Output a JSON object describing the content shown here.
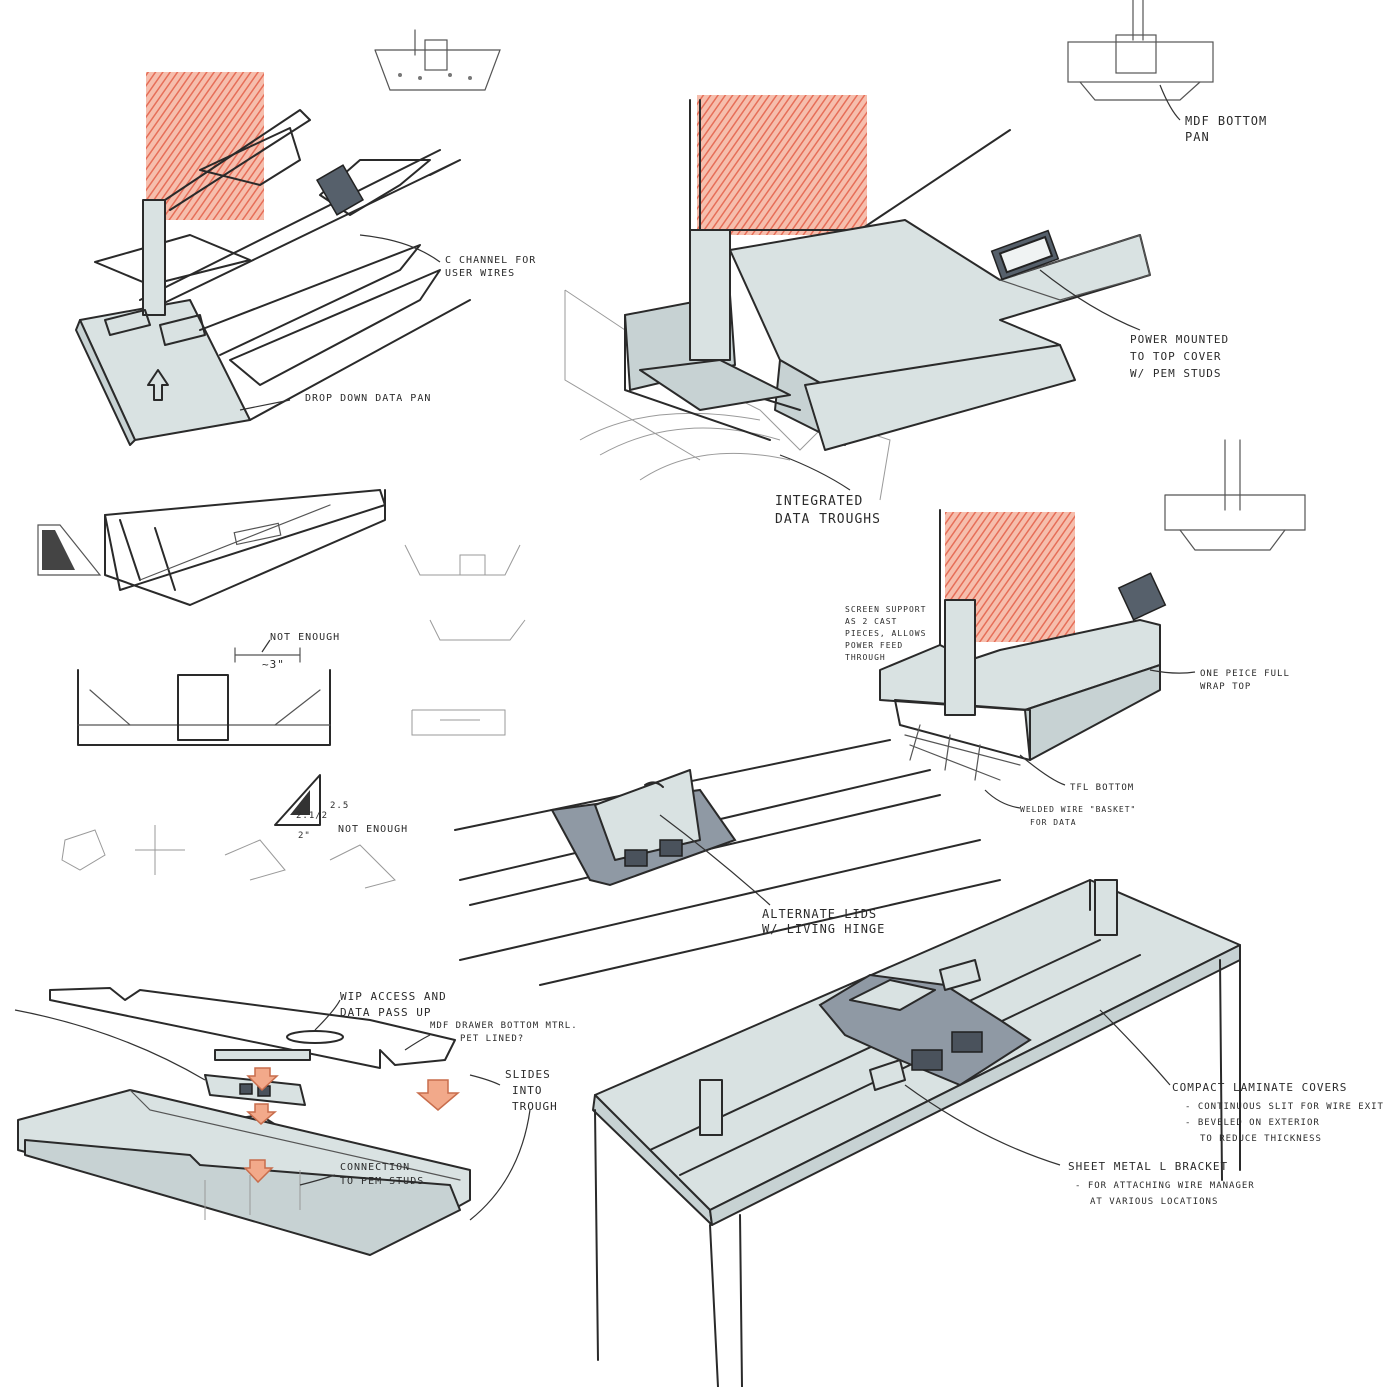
{
  "colors": {
    "ink": "#2a2a2a",
    "screen_red": "#e2553a",
    "metal_marker": "#d9e2e2",
    "cutout_shadow": "#56606b",
    "arrow_peach": "#f2a98a"
  },
  "annotations": {
    "c_channel": [
      "C CHANNEL FOR",
      "USER WIRES"
    ],
    "drop_down": "DROP DOWN DATA PAN",
    "mdf_bottom": [
      "MDF BOTTOM",
      "PAN"
    ],
    "power_mounted": [
      "POWER MOUNTED",
      "TO TOP COVER",
      "W/ PEM STUDS"
    ],
    "integrated": [
      "INTEGRATED",
      "DATA TROUGHS"
    ],
    "not_enough_top": "NOT ENOUGH",
    "approx_3": "~3\"",
    "dim_2_5": "2.5",
    "dim_2_1_2": "2.1/2",
    "dim_2": "2\"",
    "not_enough_bottom": "NOT ENOUGH",
    "screen_support": [
      "SCREEN SUPPORT",
      "AS 2 CAST",
      "PIECES, ALLOWS",
      "POWER FEED",
      "THROUGH"
    ],
    "one_piece": [
      "ONE PEICE FULL",
      "WRAP TOP"
    ],
    "tfl_bottom": "TFL BOTTOM",
    "welded_wire": [
      "WELDED WIRE \"BASKET\"",
      "FOR DATA"
    ],
    "alternate_lids": [
      "ALTERNATE LIDS",
      "W/ LIVING HINGE"
    ],
    "wip_access": [
      "WIP ACCESS AND",
      "DATA PASS UP"
    ],
    "mdf_drawer": [
      "MDF DRAWER BOTTOM MTRL.",
      "PET LINED?"
    ],
    "slides_into": [
      "SLIDES",
      "INTO",
      "TROUGH"
    ],
    "connection": [
      "CONNECTION",
      "TO PEM STUDS"
    ],
    "compact_laminate": [
      "COMPACT LAMINATE COVERS",
      "- CONTINUOUS SLIT FOR WIRE EXIT",
      "- BEVELED ON EXTERIOR",
      "TO REDUCE THICKNESS"
    ],
    "sheet_metal": [
      "SHEET METAL L BRACKET",
      "- FOR ATTACHING WIRE MANAGER",
      "AT VARIOUS LOCATIONS"
    ]
  },
  "icons": [
    "up-arrow-icon",
    "down-arrow-icon",
    "outlet-icon"
  ]
}
